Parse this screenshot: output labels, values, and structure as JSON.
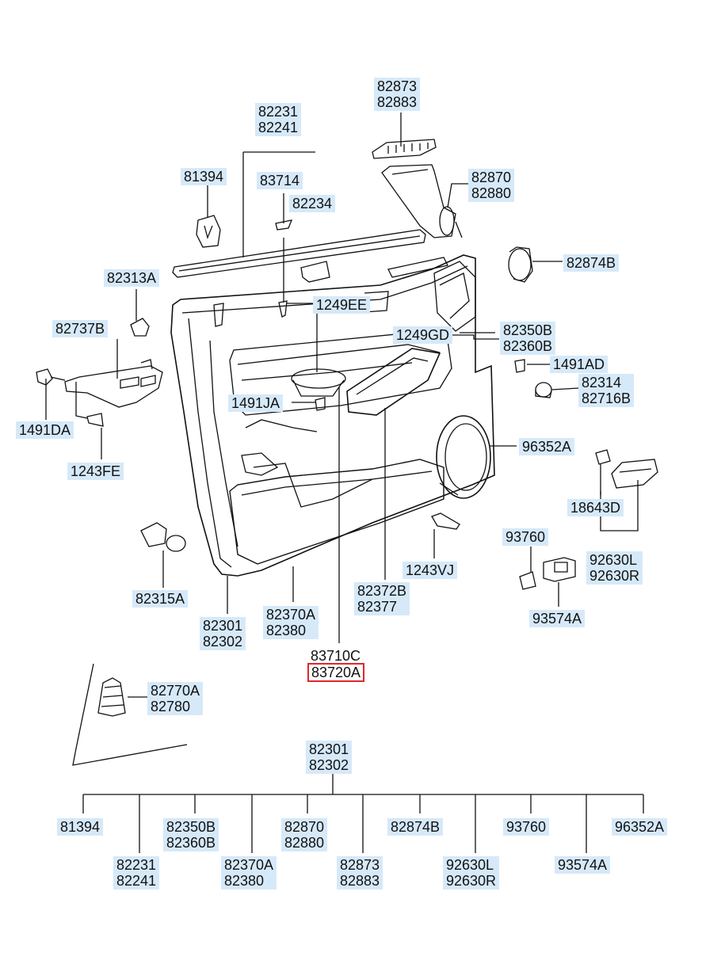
{
  "labels": {
    "l82873": {
      "l1": "82873",
      "l2": "82883"
    },
    "l82231": {
      "l1": "82231",
      "l2": "82241"
    },
    "l81394": {
      "l1": "81394"
    },
    "l83714": {
      "l1": "83714"
    },
    "l82234": {
      "l1": "82234"
    },
    "l82870": {
      "l1": "82870",
      "l2": "82880"
    },
    "l82874B": {
      "l1": "82874B"
    },
    "l82313A": {
      "l1": "82313A"
    },
    "l1249EE": {
      "l1": "1249EE"
    },
    "l82737B": {
      "l1": "82737B"
    },
    "l1249GD": {
      "l1": "1249GD"
    },
    "l82350B": {
      "l1": "82350B",
      "l2": "82360B"
    },
    "l1491AD": {
      "l1": "1491AD"
    },
    "l82314": {
      "l1": "82314",
      "l2": "82716B"
    },
    "l1491JA": {
      "l1": "1491JA"
    },
    "l1491DA": {
      "l1": "1491DA"
    },
    "l96352A": {
      "l1": "96352A"
    },
    "l1243FE": {
      "l1": "1243FE"
    },
    "l18643D": {
      "l1": "18643D"
    },
    "l93760": {
      "l1": "93760"
    },
    "l92630": {
      "l1": "92630L",
      "l2": "92630R"
    },
    "l1243VJ": {
      "l1": "1243VJ"
    },
    "l82315A": {
      "l1": "82315A"
    },
    "l82301": {
      "l1": "82301",
      "l2": "82302"
    },
    "l82370A": {
      "l1": "82370A",
      "l2": "82380"
    },
    "l82372B": {
      "l1": "82372B",
      "l2": "82377"
    },
    "l93574A": {
      "l1": "93574A"
    },
    "l83710C": {
      "l1": "83710C"
    },
    "l83720A": {
      "l1": "83720A"
    },
    "l82770A": {
      "l1": "82770A",
      "l2": "82780"
    }
  },
  "tree": {
    "root": {
      "l1": "82301",
      "l2": "82302"
    },
    "t81394": {
      "l1": "81394"
    },
    "t82231": {
      "l1": "82231",
      "l2": "82241"
    },
    "t82350B": {
      "l1": "82350B",
      "l2": "82360B"
    },
    "t82370A": {
      "l1": "82370A",
      "l2": "82380"
    },
    "t82870": {
      "l1": "82870",
      "l2": "82880"
    },
    "t82873": {
      "l1": "82873",
      "l2": "82883"
    },
    "t82874B": {
      "l1": "82874B"
    },
    "t92630": {
      "l1": "92630L",
      "l2": "92630R"
    },
    "t93760": {
      "l1": "93760"
    },
    "t93574A": {
      "l1": "93574A"
    },
    "t96352A": {
      "l1": "96352A"
    }
  },
  "colors": {
    "label_bg": "#d6e9f9",
    "highlight_border": "#e0262a",
    "line": "#111111"
  }
}
